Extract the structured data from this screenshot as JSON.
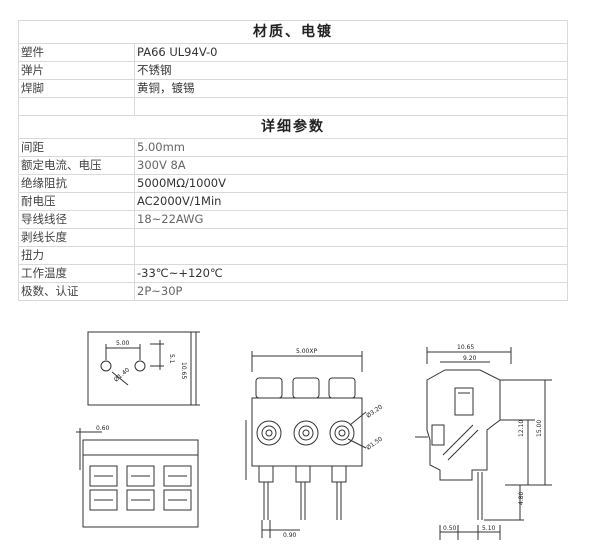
{
  "material": {
    "title": "材质、电镀",
    "rows": [
      {
        "label": "塑件",
        "value": "PA66 UL94V-0"
      },
      {
        "label": "弹片",
        "value": "不锈钢"
      },
      {
        "label": "焊脚",
        "value": "黄铜，镀锡"
      }
    ]
  },
  "params": {
    "title": "详细参数",
    "rows": [
      {
        "label": "间距",
        "value": "5.00mm"
      },
      {
        "label": "额定电流、电压",
        "value": "300V  8A"
      },
      {
        "label": "绝缘阻抗",
        "value": "5000MΩ/1000V"
      },
      {
        "label": "耐电压",
        "value": "AC2000V/1Min"
      },
      {
        "label": "导线线径",
        "value": "18~22AWG"
      },
      {
        "label": "剥线长度",
        "value": ""
      },
      {
        "label": "扭力",
        "value": ""
      },
      {
        "label": "工作温度",
        "value": "-33℃~+120℃"
      },
      {
        "label": "极数、认证",
        "value": "2P~30P"
      }
    ]
  },
  "drawing": {
    "dim_pitch": "5.00",
    "dim_5_1": "5.1",
    "dim_10_65": "10.65",
    "dim_hole": "Ø1.40",
    "dim_0_60": "0.60",
    "dim_5_00xp": "5.00XP",
    "dim_3_20": "Ø3.20",
    "dim_1_50": "Ø1.50",
    "dim_0_90": "0.90",
    "dim_side_10_65": "10.65",
    "dim_9_20": "9.20",
    "dim_12_10": "12.10",
    "dim_15_00": "15.00",
    "dim_4_80": "4.80",
    "dim_0_50": "0.50",
    "dim_5_10": "5.10"
  }
}
